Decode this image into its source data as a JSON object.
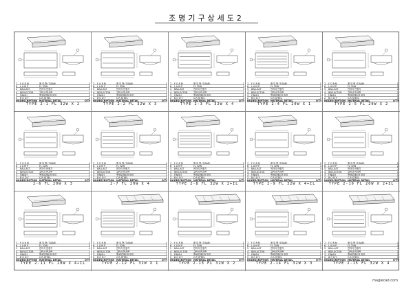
{
  "page": {
    "title": "조명기구상세도2",
    "footer": "magiecad.com"
  },
  "cells": [
    {
      "type": "TYPE   2-1    FL 32W X 2",
      "qty": [
        "1",
        "2",
        "2",
        "1",
        "1",
        "1"
      ]
    },
    {
      "type": "TYPE   2-2    FL 32W X 3",
      "qty": [
        "1",
        "3",
        "3",
        "1",
        "1",
        "1"
      ]
    },
    {
      "type": "TYPE   2-3    FL 32W X 4",
      "qty": [
        "1",
        "4",
        "4",
        "1",
        "1",
        "1"
      ]
    },
    {
      "type": "TYPE   2-4   FL 20W X 1",
      "qty": [
        "1",
        "1",
        "1",
        "1",
        "1",
        "1"
      ]
    },
    {
      "type": "TYPE   2-5   FL 20W X 2",
      "qty": [
        "1",
        "2",
        "2",
        "1",
        "1",
        "1"
      ]
    },
    {
      "type": "2-6    FL 20W X 3",
      "qty": [
        "1",
        "3",
        "3",
        "1",
        "1",
        "1"
      ]
    },
    {
      "type": "2-7    FL 20W X 4",
      "qty": [
        "1",
        "4",
        "4",
        "1",
        "1",
        "1"
      ]
    },
    {
      "type": "TYPE   2-8    FL 32W X 2+IL",
      "qty": [
        "1",
        "2",
        "2",
        "1",
        "1",
        "1"
      ]
    },
    {
      "type": "TYPE   2-9   FL 32W X 4+IL",
      "qty": [
        "1",
        "4",
        "4",
        "1",
        "1",
        "1"
      ]
    },
    {
      "type": "TYPE   2-10   FL 20W X 2+IL",
      "qty": [
        "1",
        "2",
        "2",
        "1",
        "1",
        "1"
      ]
    },
    {
      "type": "TYPE   2-11    FL 20W X 4+IL",
      "qty": [
        "1",
        "4",
        "4",
        "1",
        "1",
        "1"
      ]
    },
    {
      "type": "TYPE   2-12    FL 32W X 1",
      "qty": [
        "1",
        "1",
        "1",
        "1",
        "1",
        "1"
      ]
    },
    {
      "type": "TYPE   2-13   FL 32W X 2",
      "qty": [
        "1",
        "2",
        "2",
        "1",
        "1",
        "1"
      ]
    },
    {
      "type": "TYPE   2-14   FL 32W X 3",
      "qty": [
        "1",
        "3",
        "3",
        "1",
        "1",
        "1"
      ]
    },
    {
      "type": "TYPE   2-15   FL 32W X 4",
      "qty": [
        "1",
        "4",
        "4",
        "1",
        "1",
        "1"
      ]
    }
  ],
  "spec_rows": [
    {
      "no": "7",
      "item": "F O R M",
      "desc": "매 입 형 (T-BAR)"
    },
    {
      "no": "6",
      "item": "L A M P",
      "desc": "FL 32W"
    },
    {
      "no": "5",
      "item": "BALLAST",
      "desc": "전자식 안정기"
    },
    {
      "no": "4",
      "item": "REFLECTOR",
      "desc": "고반사 반사판"
    },
    {
      "no": "3",
      "item": "FINISH",
      "desc": "백색분체도장 마감"
    },
    {
      "no": "2",
      "item": "B O D Y",
      "desc": "C.R STEEL"
    },
    {
      "no": "NO.",
      "item": "DESCRIPTION",
      "desc": "MATERIAL DETAIL"
    }
  ],
  "qty_head": "Q'TY"
}
